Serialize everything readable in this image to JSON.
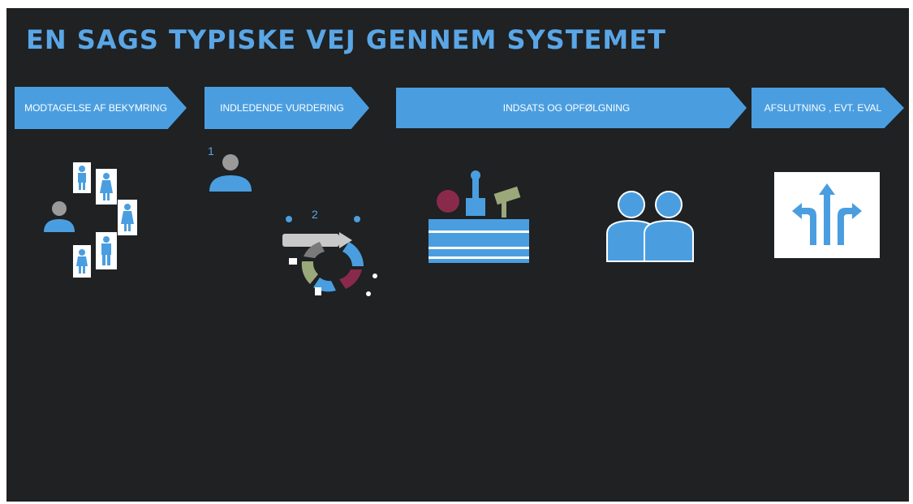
{
  "title": "EN SAGS TYPISKE VEJ GENNEM SYSTEMET",
  "steps": [
    {
      "label": "MODTAGELSE AF BEKYMRING"
    },
    {
      "label": "INDLEDENDE VURDERING"
    },
    {
      "label": "INDSATS OG OPFØLGNING"
    },
    {
      "label": "AFSLUTNING , EVT. EVAL"
    }
  ],
  "markers": {
    "one": "1",
    "two": "2"
  },
  "colors": {
    "background": "#1f2123",
    "accent": "#4a9ee0",
    "title": "#5aa6e6"
  },
  "icons": [
    "person-icon",
    "family-icon",
    "cycle-diagram-icon",
    "toolbox-icon",
    "two-people-icon",
    "directions-icon"
  ]
}
